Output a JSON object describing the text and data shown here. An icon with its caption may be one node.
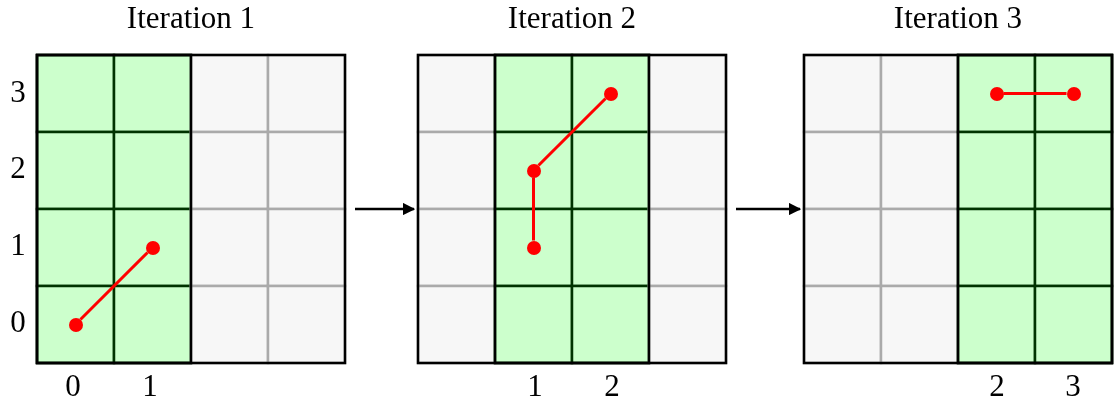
{
  "diagram": {
    "nodes": [
      {
        "text": [
          "Iteration 1"
        ]
      },
      {
        "text": [],
        "shape": "circle",
        "in": 0
      },
      {
        "text": [],
        "shape": "circle",
        "in": 0
      },
      {
        "text": [
          "Iteration 2"
        ]
      },
      {
        "text": [],
        "shape": "circle",
        "in": 3
      },
      {
        "text": [],
        "shape": "circle",
        "in": 3
      },
      {
        "text": [],
        "shape": "circle",
        "in": 3
      },
      {
        "text": [
          "Iteration 3"
        ]
      },
      {
        "text": [],
        "shape": "circle",
        "in": 7
      },
      {
        "text": [],
        "shape": "circle",
        "in": 7
      }
    ],
    "edges": [
      {
        "from": 1,
        "to": 2,
        "arrow": "none"
      },
      {
        "from": 4,
        "to": 5,
        "arrow": "none"
      },
      {
        "from": 4,
        "to": 6,
        "arrow": "none"
      },
      {
        "from": 8,
        "to": 9,
        "arrow": "none"
      },
      {
        "from": 0,
        "to": 3,
        "arrow": "to",
        "color": "#000000"
      },
      {
        "from": 3,
        "to": 7,
        "arrow": "to",
        "color": "#000000"
      }
    ],
    "labels": [
      "3",
      "2",
      "1",
      "0",
      "0",
      "1",
      "1",
      "2",
      "2",
      "3"
    ]
  }
}
